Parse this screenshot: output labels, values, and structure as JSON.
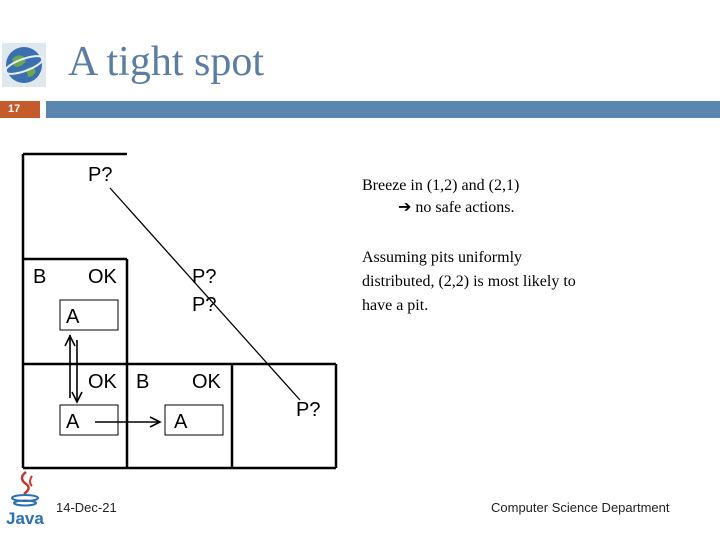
{
  "slide": {
    "title": "A tight spot",
    "number": "17"
  },
  "grid": {
    "cells": [
      {
        "id": "c13-p",
        "text": "P?"
      },
      {
        "id": "c12-b",
        "text": "B"
      },
      {
        "id": "c12-ok",
        "text": "OK"
      },
      {
        "id": "c12-a",
        "text": "A"
      },
      {
        "id": "c22-p1",
        "text": "P?"
      },
      {
        "id": "c22-p2",
        "text": "P?"
      },
      {
        "id": "c11-ok",
        "text": "OK"
      },
      {
        "id": "c11-a",
        "text": "A"
      },
      {
        "id": "c21-b",
        "text": "B"
      },
      {
        "id": "c21-a",
        "text": "A"
      },
      {
        "id": "c31-ok",
        "text": "OK"
      },
      {
        "id": "c31-p",
        "text": "P?"
      }
    ]
  },
  "body": {
    "line1": "Breeze in (1,2) and (2,1)",
    "line2": " no safe actions.",
    "para2_line1": " Assuming pits uniformly",
    "para2_line2": "distributed, (2,2) is most likely to",
    "para2_line3": "have a pit."
  },
  "footer": {
    "date": "14-Dec-21",
    "department": "Computer Science Department"
  },
  "colors": {
    "title": "#5b7da1",
    "bar_accent": "#c55a2a",
    "bar_main": "#5b86b0"
  },
  "icons": [
    "globe-icon",
    "arrow-right-icon",
    "java-logo-icon"
  ]
}
